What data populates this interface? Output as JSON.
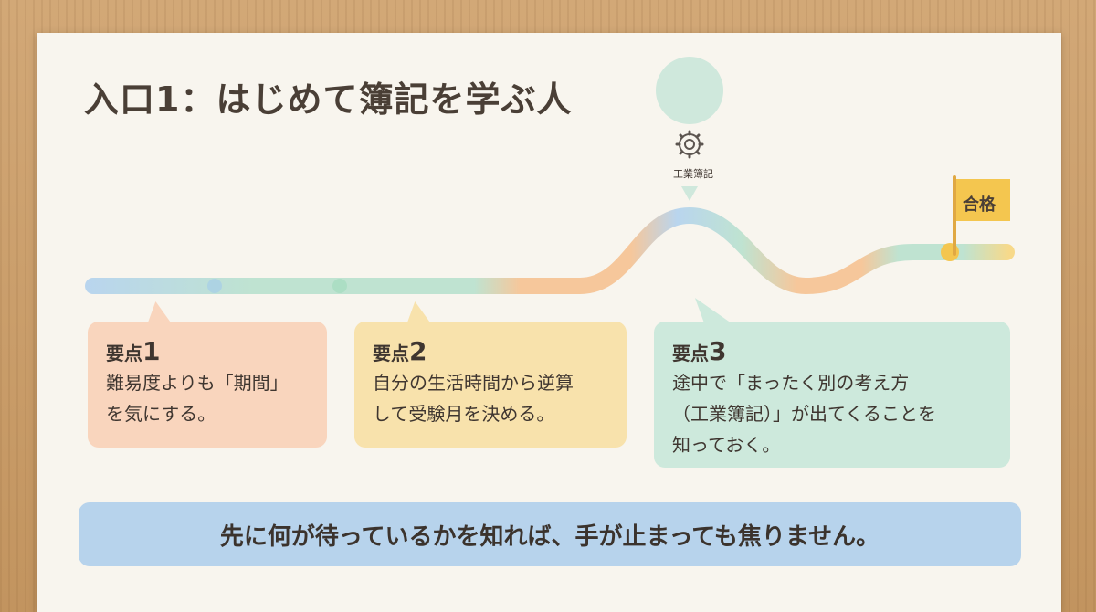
{
  "title": "入口1：はじめて簿記を学ぶ人",
  "milestone_label": "工業簿記",
  "goal_flag": "合格",
  "points": [
    {
      "prefix": "要点",
      "number": "1",
      "lines": [
        "難易度よりも「期間」",
        "を気にする。"
      ]
    },
    {
      "prefix": "要点",
      "number": "2",
      "lines": [
        "自分の生活時間から逆算",
        "して受験月を決める。"
      ]
    },
    {
      "prefix": "要点",
      "number": "3",
      "lines": [
        "途中で「まったく別の考え方",
        "（工業簿記）」が出てくることを",
        "知っておく。"
      ]
    }
  ],
  "footer": "先に何が待っているかを知れば、手が止まっても焦りません。",
  "icons": {
    "milestone": "gear-icon",
    "goal": "flag-icon"
  },
  "colors": {
    "road_blue": "#b9d5ee",
    "road_green": "#bfe3d1",
    "road_orange": "#f6c79b",
    "road_yellow": "#f7d98a",
    "flag": "#f4c64f",
    "point1_bg": "#f9d5bd",
    "point2_bg": "#f8e2ac",
    "point3_bg": "#cde9dc",
    "footer_bg": "#b7d3ec"
  }
}
